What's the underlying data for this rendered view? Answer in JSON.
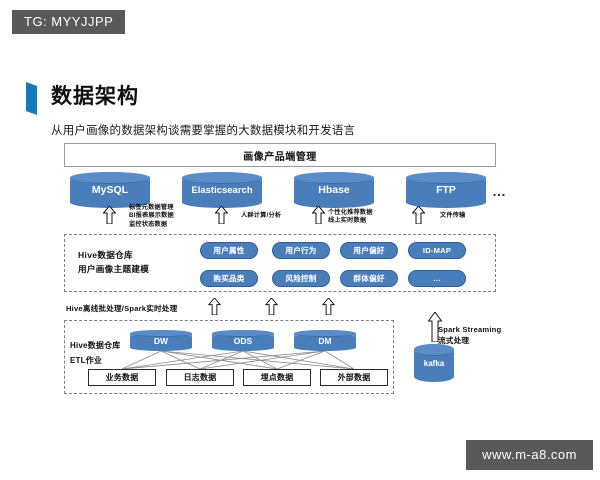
{
  "badge": {
    "label": "TG: MYYJJPP"
  },
  "watermark": {
    "label": "www.m-a8.com"
  },
  "header": {
    "title": "数据架构",
    "subtitle": "从用户画像的数据架构谈需要掌握的大数据模块和开发语言"
  },
  "diagram": {
    "product_box": {
      "label": "画像产品端管理"
    },
    "stores": [
      {
        "name": "MySQL",
        "annotation": "标签元数据管理\nBI报表展示数据\n监控状态数据"
      },
      {
        "name": "Elasticsearch",
        "annotation": "人群计算/分析"
      },
      {
        "name": "Hbase",
        "annotation": "个性化推荐数据\n线上实时数据"
      },
      {
        "name": "FTP",
        "annotation": "文件传输"
      }
    ],
    "stores_ellipsis": "…",
    "hive_panel": {
      "label_line1": "Hive数据仓库",
      "label_line2": "用户画像主题建模",
      "tags_row1": [
        "用户属性",
        "用户行为",
        "用户偏好",
        "ID-MAP"
      ],
      "tags_row2": [
        "购买品类",
        "风险控制",
        "群体偏好",
        "…"
      ]
    },
    "processing_label": "Hive离线批处理/Spark实时处理",
    "etl_panel": {
      "label_line1": "Hive数据仓库",
      "label_line2": "ETL作业",
      "layers": [
        "DW",
        "ODS",
        "DM"
      ],
      "sources": [
        "业务数据",
        "日志数据",
        "埋点数据",
        "外部数据"
      ]
    },
    "streaming": {
      "label": "Spark Streaming\n流式处理",
      "queue": "kafka"
    }
  },
  "colors": {
    "accent": "#1378be",
    "cylinder": "#4a7ebb",
    "badge_bg": "#595959"
  }
}
